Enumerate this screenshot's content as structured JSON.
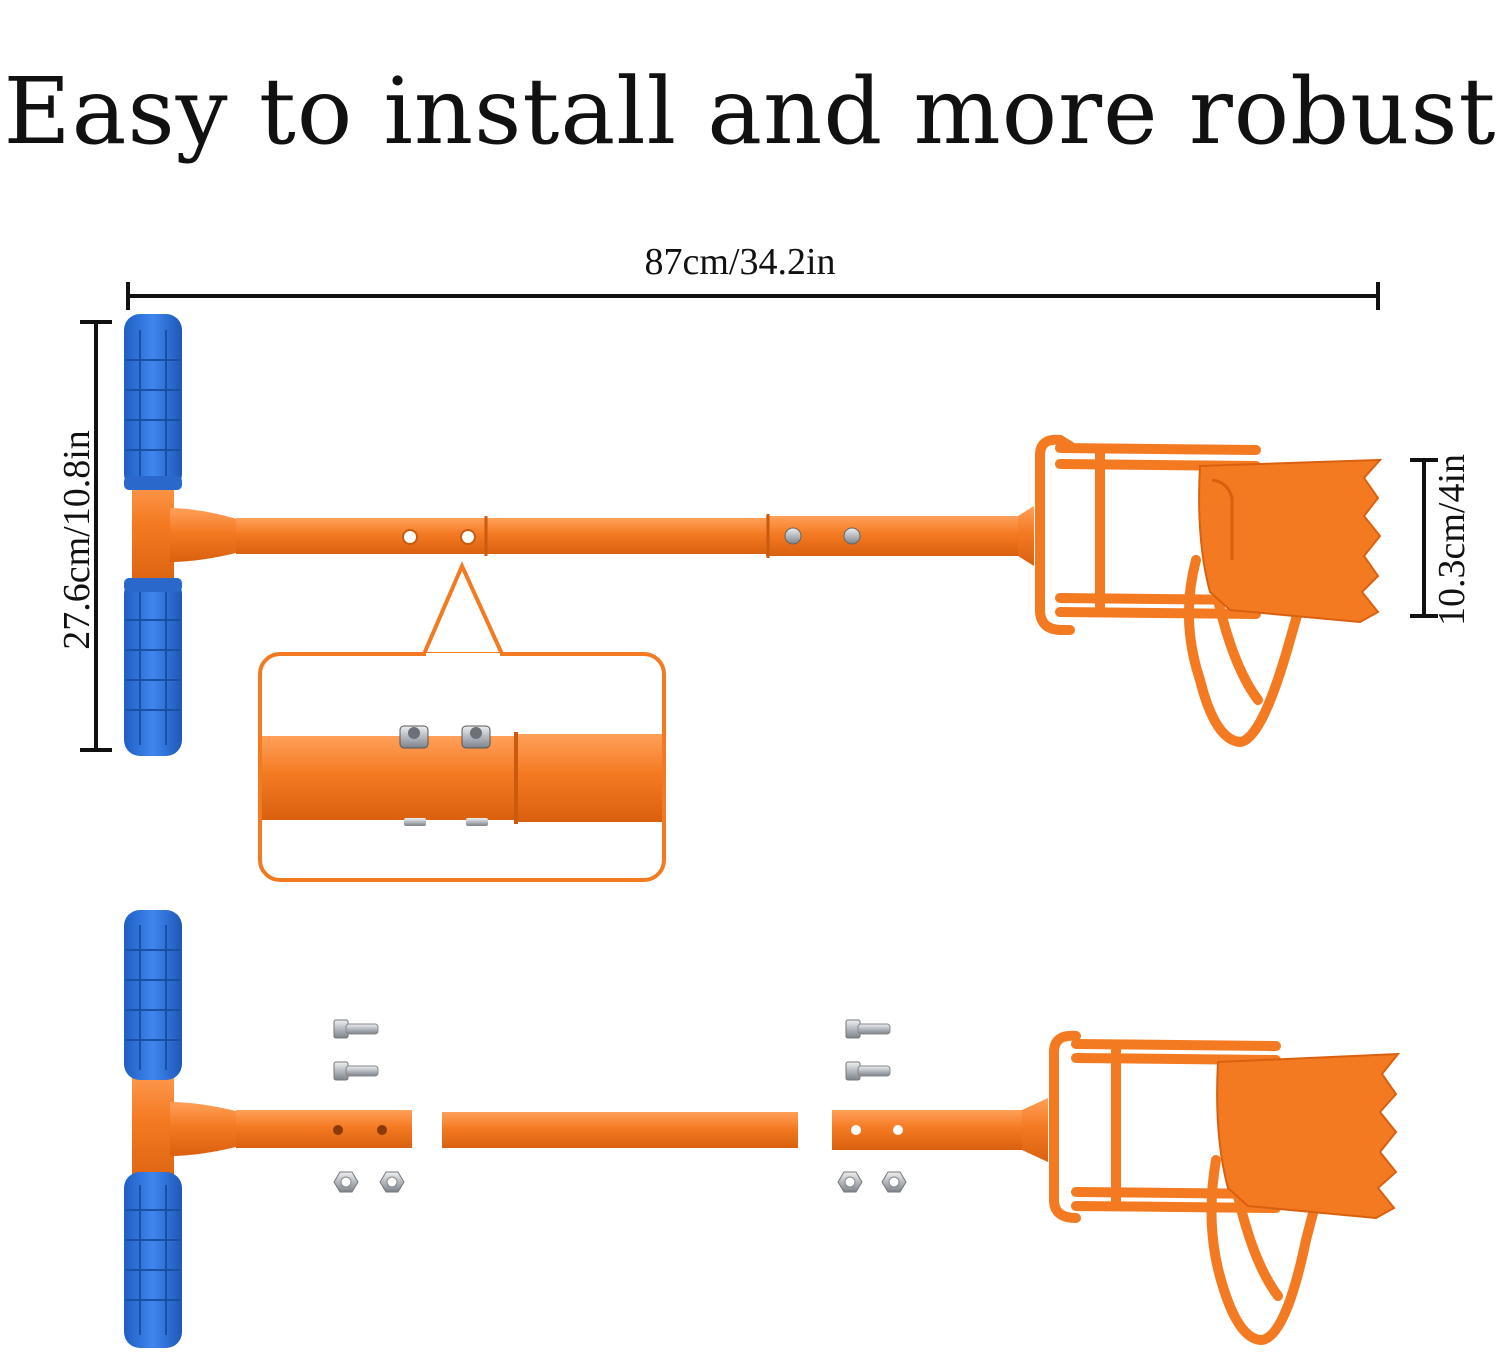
{
  "title": "Easy to install and more robust",
  "dimensions": {
    "length": "87cm/34.2in",
    "height": "27.6cm/10.8in",
    "cutter_diameter": "10.3cm/4in"
  },
  "colors": {
    "handle_grip": "#2f73d9",
    "frame": "#f47a22",
    "callout_border": "#f47a22",
    "hardware": "#b9bec4",
    "text": "#111111"
  },
  "icons": {
    "grip": "foam-grip",
    "bolt": "hex-bolt",
    "nut": "hex-nut",
    "cutter": "serrated-cutter-head"
  }
}
